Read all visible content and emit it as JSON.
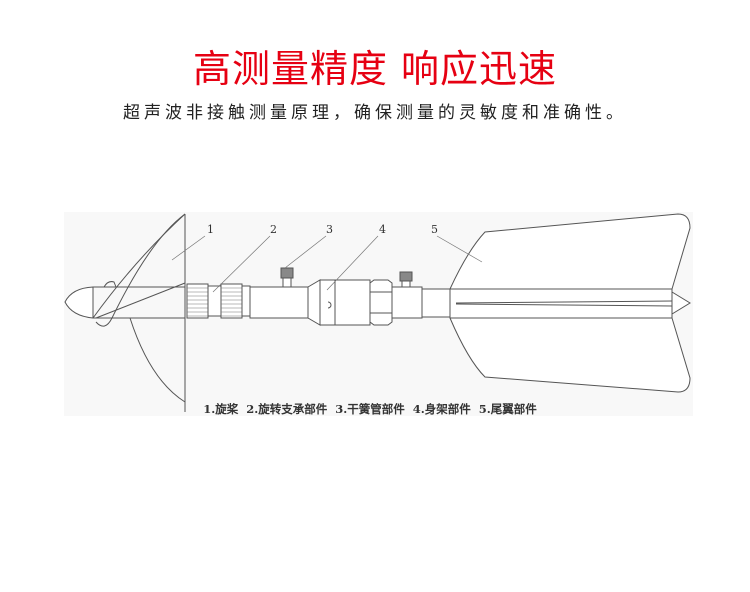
{
  "header": {
    "title": "高测量精度  响应迅速",
    "subtitle": "超声波非接触测量原理，确保测量的灵敏度和准确性。"
  },
  "diagram": {
    "callouts": [
      "1",
      "2",
      "3",
      "4",
      "5"
    ],
    "caption": "1.旋桨  2.旋转支承部件  3.干簧管部件  4.身架部件  5.尾翼部件"
  },
  "colors": {
    "title": "#e60012",
    "line": "#555555",
    "diagram_bg": "#f8f8f8"
  }
}
